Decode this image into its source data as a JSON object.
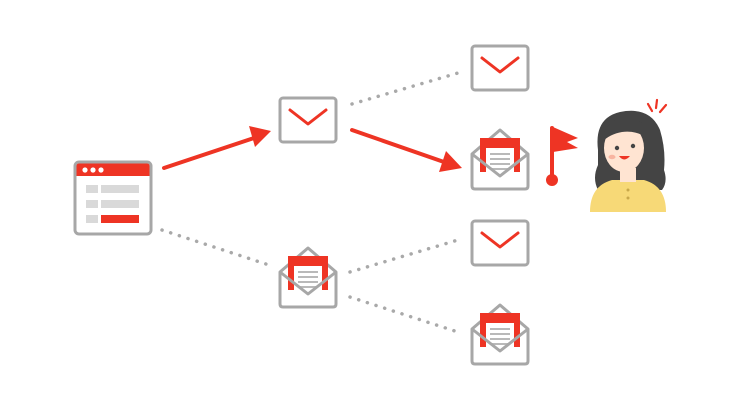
{
  "colors": {
    "accent": "#ee3424",
    "outline": "#a7a7a7",
    "connector": "#a9a9a9",
    "paper": "#ffffff",
    "content_bar": "#d9d9d9",
    "skin": "#ffe4d2",
    "hair": "#444444",
    "shirt": "#f7d977"
  },
  "nodes": [
    {
      "id": "web-form",
      "icon": "browser-window-form-icon"
    },
    {
      "id": "email-a",
      "icon": "closed-envelope-icon"
    },
    {
      "id": "email-b",
      "icon": "open-envelope-icon"
    },
    {
      "id": "email-a1",
      "icon": "closed-envelope-icon"
    },
    {
      "id": "email-a2",
      "icon": "open-envelope-icon"
    },
    {
      "id": "email-b1",
      "icon": "closed-envelope-icon"
    },
    {
      "id": "email-b2",
      "icon": "open-envelope-icon"
    },
    {
      "id": "goal-flag",
      "icon": "flag-icon"
    },
    {
      "id": "happy-customer",
      "icon": "woman-avatar-icon"
    }
  ],
  "edges": [
    {
      "from": "web-form",
      "to": "email-a",
      "style": "highlighted-arrow"
    },
    {
      "from": "web-form",
      "to": "email-b",
      "style": "dotted"
    },
    {
      "from": "email-a",
      "to": "email-a1",
      "style": "dotted"
    },
    {
      "from": "email-a",
      "to": "email-a2",
      "style": "highlighted-arrow"
    },
    {
      "from": "email-b",
      "to": "email-b1",
      "style": "dotted"
    },
    {
      "from": "email-b",
      "to": "email-b2",
      "style": "dotted"
    }
  ]
}
